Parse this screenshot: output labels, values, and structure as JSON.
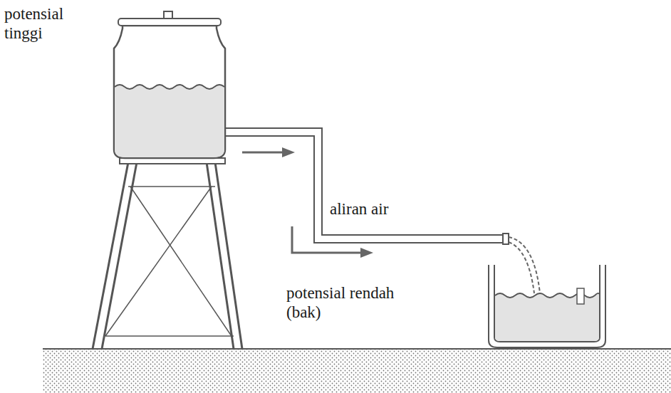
{
  "diagram": {
    "labels": [
      "potensial tinggi",
      "aliran air",
      "potensial rendah (bak)"
    ]
  }
}
